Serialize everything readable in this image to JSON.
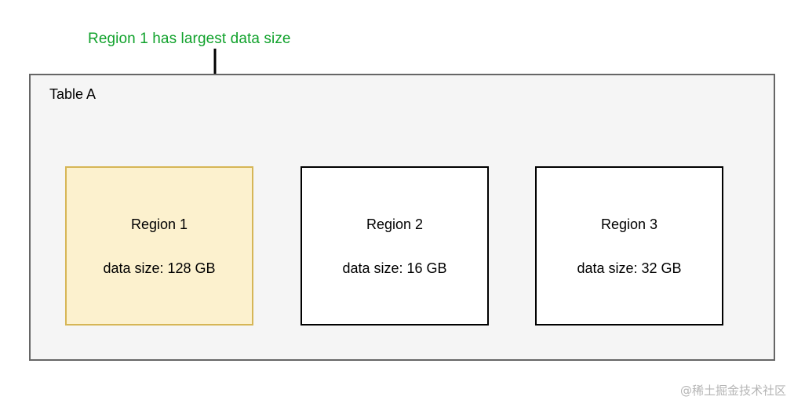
{
  "diagram": {
    "annotation": {
      "text": "Region 1 has largest data size",
      "color": "#11a22c",
      "arrow_icon": "down-arrow-icon",
      "arrow_color": "#000000",
      "points_to": "Region 1"
    },
    "container": {
      "title": "Table A",
      "background": "#f5f5f5",
      "border_color": "#666666"
    },
    "regions": [
      {
        "name": "Region 1",
        "size_label": "data size: 128 GB",
        "size_value": 128,
        "size_unit": "GB",
        "highlighted": true,
        "fill": "#fcf1ce",
        "border": "#d6b656"
      },
      {
        "name": "Region 2",
        "size_label": "data size: 16 GB",
        "size_value": 16,
        "size_unit": "GB",
        "highlighted": false,
        "fill": "#ffffff",
        "border": "#000000"
      },
      {
        "name": "Region 3",
        "size_label": "data size: 32 GB",
        "size_value": 32,
        "size_unit": "GB",
        "highlighted": false,
        "fill": "#ffffff",
        "border": "#000000"
      }
    ],
    "watermark": "@稀土掘金技术社区"
  },
  "chart_data": {
    "type": "diagram",
    "title": "Table A",
    "categories": [
      "Region 1",
      "Region 2",
      "Region 3"
    ],
    "values": [
      128,
      16,
      32
    ],
    "unit": "GB",
    "ylabel": "data size",
    "annotations": [
      "Region 1 has largest data size"
    ],
    "highlighted_category": "Region 1"
  }
}
